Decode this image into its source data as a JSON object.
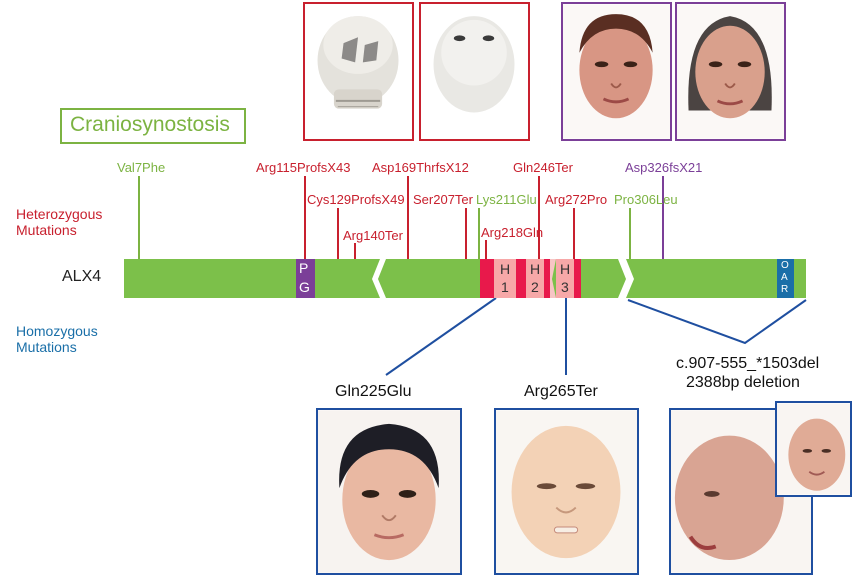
{
  "crania_label": "Craniosynostosis",
  "side_labels": {
    "heterozygous": "Heterozygous",
    "mutations_het": "Mutations",
    "homozygous": "Homozygous",
    "mutations_hom": "Mutations",
    "gene": "ALX4"
  },
  "domains": {
    "pg": [
      "P",
      "G"
    ],
    "h1": [
      "H",
      "1"
    ],
    "h2": [
      "H",
      "2"
    ],
    "h3": [
      "H",
      "3"
    ],
    "oar": [
      "O",
      "A",
      "R"
    ]
  },
  "het_mutations": {
    "val7phe": "Val7Phe",
    "arg115": "Arg115ProfsX43",
    "cys129": "Cys129ProfsX49",
    "arg140": "Arg140Ter",
    "asp169": "Asp169ThrfsX12",
    "ser207": "Ser207Ter",
    "lys211": "Lys211Glu",
    "arg218": "Arg218Gln",
    "gln246": "Gln246Ter",
    "arg272": "Arg272Pro",
    "pro306": "Pro306Leu",
    "asp326": "Asp326fsX21"
  },
  "hom_mutations": {
    "gln225": "Gln225Glu",
    "arg265": "Arg265Ter",
    "del_line1": "c.907-555_*1503del",
    "del_line2": "2388bp deletion"
  },
  "colors": {
    "protein": "#7cc04a",
    "red": "#c8202e",
    "green": "#7cb342",
    "purple": "#7b3f98",
    "blue": "#1a6fa8",
    "homeobox": "#f7a8a8",
    "homeobox_dark": "#e8194b"
  }
}
